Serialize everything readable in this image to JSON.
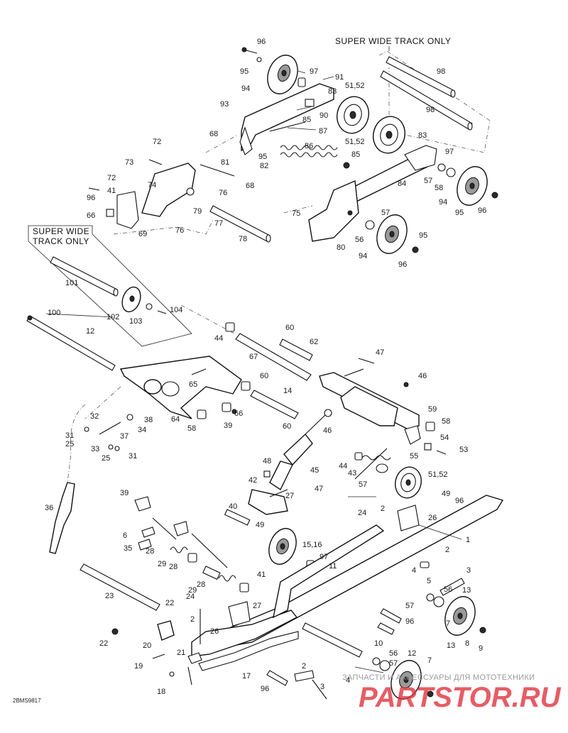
{
  "notes": {
    "super_wide_top": "SUPER WIDE TRACK ONLY",
    "super_wide_left_line1": "SUPER WIDE",
    "super_wide_left_line2": "TRACK ONLY",
    "drawing_code": "2BMS9817",
    "watermark_caption": "ЗАПЧАСТИ И АКСЕССУАРЫ ДЛЯ МОТОТЕХНИКИ",
    "watermark_logo": "PARTSTOR.RU"
  },
  "colors": {
    "line": "#111111",
    "watermark": "#e0303a",
    "watermark_caption": "#9a9a9a"
  },
  "callouts": [
    {
      "id": "96a",
      "text": "96"
    },
    {
      "id": "95a",
      "text": "95"
    },
    {
      "id": "94a",
      "text": "94"
    },
    {
      "id": "97a",
      "text": "97"
    },
    {
      "id": "91",
      "text": "91"
    },
    {
      "id": "83a",
      "text": "83"
    },
    {
      "id": "5152a",
      "text": "51,52"
    },
    {
      "id": "98a",
      "text": "98"
    },
    {
      "id": "98b",
      "text": "98"
    },
    {
      "id": "93",
      "text": "93"
    },
    {
      "id": "90",
      "text": "90"
    },
    {
      "id": "85a",
      "text": "85"
    },
    {
      "id": "87",
      "text": "87"
    },
    {
      "id": "68a",
      "text": "68"
    },
    {
      "id": "86",
      "text": "86"
    },
    {
      "id": "5152b",
      "text": "51,52"
    },
    {
      "id": "83b",
      "text": "83"
    },
    {
      "id": "72a",
      "text": "72"
    },
    {
      "id": "95b",
      "text": "95"
    },
    {
      "id": "82",
      "text": "82"
    },
    {
      "id": "85b",
      "text": "85"
    },
    {
      "id": "97b",
      "text": "97"
    },
    {
      "id": "73",
      "text": "73"
    },
    {
      "id": "81",
      "text": "81"
    },
    {
      "id": "72b",
      "text": "72"
    },
    {
      "id": "74",
      "text": "74"
    },
    {
      "id": "68b",
      "text": "68"
    },
    {
      "id": "84",
      "text": "84"
    },
    {
      "id": "57a",
      "text": "57"
    },
    {
      "id": "58a",
      "text": "58"
    },
    {
      "id": "96b",
      "text": "96"
    },
    {
      "id": "41a",
      "text": "41"
    },
    {
      "id": "76a",
      "text": "76"
    },
    {
      "id": "94b",
      "text": "94"
    },
    {
      "id": "95c",
      "text": "95"
    },
    {
      "id": "96c",
      "text": "96"
    },
    {
      "id": "66a",
      "text": "66"
    },
    {
      "id": "79",
      "text": "79"
    },
    {
      "id": "75",
      "text": "75"
    },
    {
      "id": "57b",
      "text": "57"
    },
    {
      "id": "96d",
      "text": "96"
    },
    {
      "id": "69",
      "text": "69"
    },
    {
      "id": "76b",
      "text": "76"
    },
    {
      "id": "77",
      "text": "77"
    },
    {
      "id": "78",
      "text": "78"
    },
    {
      "id": "95d",
      "text": "95"
    },
    {
      "id": "56a",
      "text": "56"
    },
    {
      "id": "80",
      "text": "80"
    },
    {
      "id": "94c",
      "text": "94"
    },
    {
      "id": "96e",
      "text": "96"
    },
    {
      "id": "101",
      "text": "101"
    },
    {
      "id": "102",
      "text": "102"
    },
    {
      "id": "103",
      "text": "103"
    },
    {
      "id": "104",
      "text": "104"
    },
    {
      "id": "100",
      "text": "100"
    },
    {
      "id": "12",
      "text": "12"
    },
    {
      "id": "60a",
      "text": "60"
    },
    {
      "id": "44a",
      "text": "44"
    },
    {
      "id": "62",
      "text": "62"
    },
    {
      "id": "67",
      "text": "67"
    },
    {
      "id": "47a",
      "text": "47"
    },
    {
      "id": "65",
      "text": "65"
    },
    {
      "id": "60b",
      "text": "60"
    },
    {
      "id": "46a",
      "text": "46"
    },
    {
      "id": "14",
      "text": "14"
    },
    {
      "id": "66b",
      "text": "66"
    },
    {
      "id": "59",
      "text": "59"
    },
    {
      "id": "32",
      "text": "32"
    },
    {
      "id": "38",
      "text": "38"
    },
    {
      "id": "64",
      "text": "64"
    },
    {
      "id": "39a",
      "text": "39"
    },
    {
      "id": "58b",
      "text": "58"
    },
    {
      "id": "60c",
      "text": "60"
    },
    {
      "id": "46b",
      "text": "46"
    },
    {
      "id": "58c",
      "text": "58"
    },
    {
      "id": "34",
      "text": "34"
    },
    {
      "id": "31a",
      "text": "31"
    },
    {
      "id": "25a",
      "text": "25"
    },
    {
      "id": "37",
      "text": "37"
    },
    {
      "id": "54",
      "text": "54"
    },
    {
      "id": "33",
      "text": "33"
    },
    {
      "id": "31b",
      "text": "31"
    },
    {
      "id": "25b",
      "text": "25"
    },
    {
      "id": "55",
      "text": "55"
    },
    {
      "id": "53",
      "text": "53"
    },
    {
      "id": "48",
      "text": "48"
    },
    {
      "id": "44b",
      "text": "44"
    },
    {
      "id": "43",
      "text": "43"
    },
    {
      "id": "45",
      "text": "45"
    },
    {
      "id": "42",
      "text": "42"
    },
    {
      "id": "5152c",
      "text": "51,52"
    },
    {
      "id": "57c",
      "text": "57"
    },
    {
      "id": "47b",
      "text": "47"
    },
    {
      "id": "27a",
      "text": "27"
    },
    {
      "id": "39b",
      "text": "39"
    },
    {
      "id": "49a",
      "text": "49"
    },
    {
      "id": "96f",
      "text": "96"
    },
    {
      "id": "36",
      "text": "36"
    },
    {
      "id": "40",
      "text": "40"
    },
    {
      "id": "26a",
      "text": "26"
    },
    {
      "id": "2a",
      "text": "2"
    },
    {
      "id": "24a",
      "text": "24"
    },
    {
      "id": "49b",
      "text": "49"
    },
    {
      "id": "1",
      "text": "1"
    },
    {
      "id": "6",
      "text": "6"
    },
    {
      "id": "35",
      "text": "35"
    },
    {
      "id": "1516",
      "text": "15,16"
    },
    {
      "id": "2b",
      "text": "2"
    },
    {
      "id": "28a",
      "text": "28"
    },
    {
      "id": "97c",
      "text": "97"
    },
    {
      "id": "29a",
      "text": "29"
    },
    {
      "id": "11",
      "text": "11"
    },
    {
      "id": "28b",
      "text": "28"
    },
    {
      "id": "3a",
      "text": "3"
    },
    {
      "id": "4a",
      "text": "4"
    },
    {
      "id": "41b",
      "text": "41"
    },
    {
      "id": "28c",
      "text": "28"
    },
    {
      "id": "5",
      "text": "5"
    },
    {
      "id": "56b",
      "text": "56"
    },
    {
      "id": "13a",
      "text": "13"
    },
    {
      "id": "29b",
      "text": "29"
    },
    {
      "id": "23",
      "text": "23"
    },
    {
      "id": "24b",
      "text": "24"
    },
    {
      "id": "22a",
      "text": "22"
    },
    {
      "id": "57d",
      "text": "57"
    },
    {
      "id": "27b",
      "text": "27"
    },
    {
      "id": "2c",
      "text": "2"
    },
    {
      "id": "26b",
      "text": "26"
    },
    {
      "id": "7a",
      "text": "7"
    },
    {
      "id": "96g",
      "text": "96"
    },
    {
      "id": "22b",
      "text": "22"
    },
    {
      "id": "20",
      "text": "20"
    },
    {
      "id": "13b",
      "text": "13"
    },
    {
      "id": "8",
      "text": "8"
    },
    {
      "id": "9",
      "text": "9"
    },
    {
      "id": "21",
      "text": "21"
    },
    {
      "id": "10",
      "text": "10"
    },
    {
      "id": "56c",
      "text": "56"
    },
    {
      "id": "19",
      "text": "19"
    },
    {
      "id": "12b",
      "text": "12"
    },
    {
      "id": "7b",
      "text": "7"
    },
    {
      "id": "17",
      "text": "17"
    },
    {
      "id": "2d",
      "text": "2"
    },
    {
      "id": "57e",
      "text": "57"
    },
    {
      "id": "4b",
      "text": "4"
    },
    {
      "id": "18",
      "text": "18"
    },
    {
      "id": "96h",
      "text": "96"
    },
    {
      "id": "3b",
      "text": "3"
    }
  ]
}
